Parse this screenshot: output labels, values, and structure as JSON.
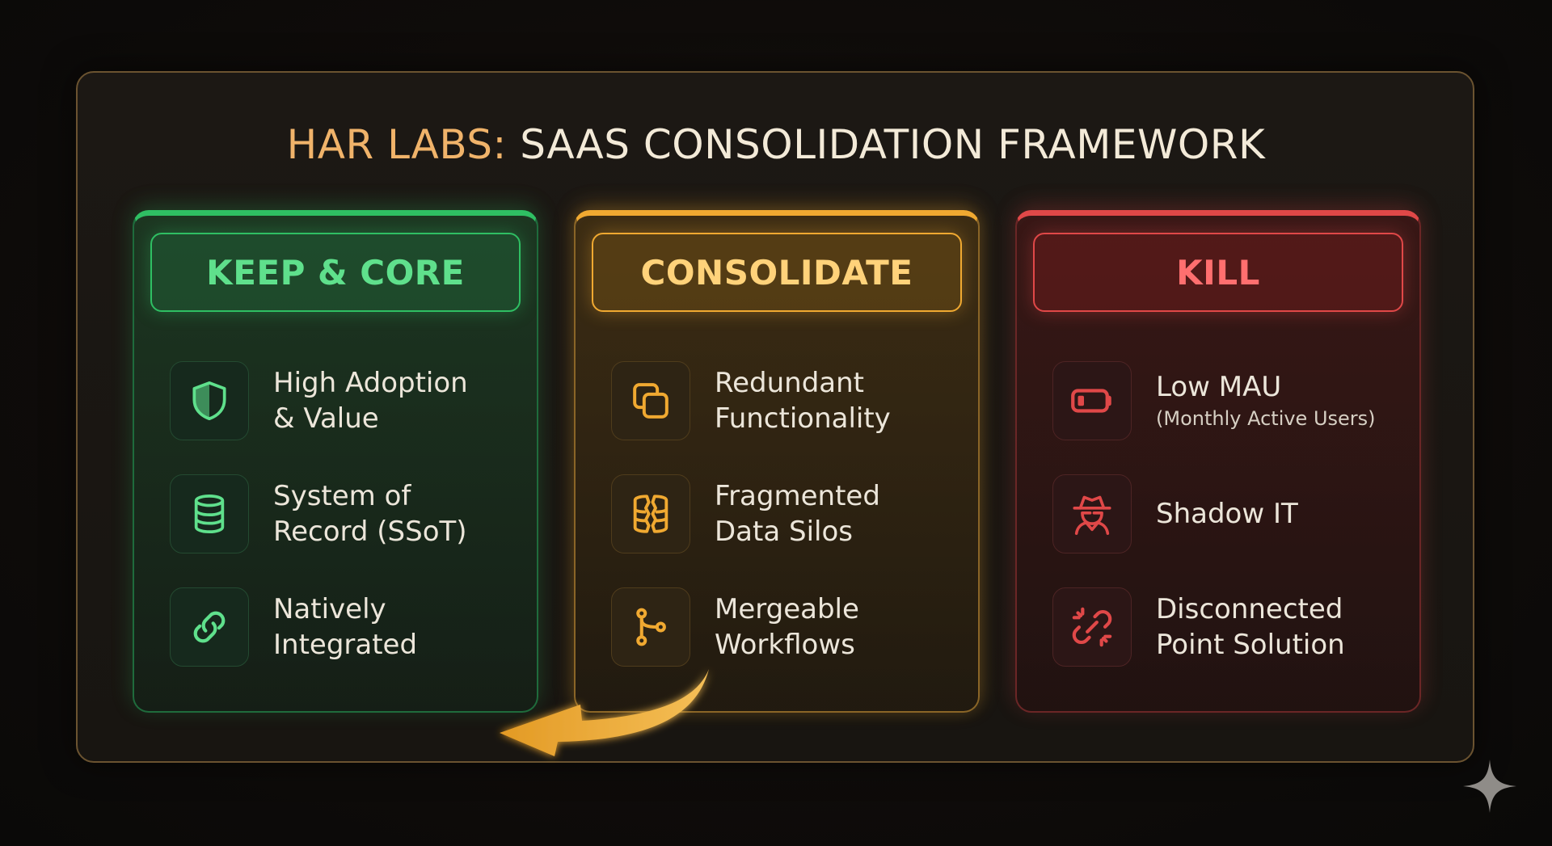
{
  "title": {
    "brand": "HAR LABS:",
    "rest": " SAAS CONSOLIDATION FRAMEWORK"
  },
  "columns": [
    {
      "header": "KEEP & CORE",
      "color": "#2fbf63",
      "items": [
        {
          "icon": "shield-icon",
          "line1": "High Adoption",
          "line2": "& Value"
        },
        {
          "icon": "database-icon",
          "line1": "System of",
          "line2": "Record (SSoT)"
        },
        {
          "icon": "link-icon",
          "line1": "Natively",
          "line2": "Integrated"
        }
      ]
    },
    {
      "header": "CONSOLIDATE",
      "color": "#f0a931",
      "items": [
        {
          "icon": "copy-icon",
          "line1": "Redundant",
          "line2": "Functionality"
        },
        {
          "icon": "fragmented-database-icon",
          "line1": "Fragmented",
          "line2": "Data Silos"
        },
        {
          "icon": "git-merge-icon",
          "line1": "Mergeable",
          "line2": "Workflows"
        }
      ]
    },
    {
      "header": "KILL",
      "color": "#e04848",
      "items": [
        {
          "icon": "low-battery-icon",
          "line1": "Low MAU",
          "line2": "(Monthly Active Users)"
        },
        {
          "icon": "spy-icon",
          "line1": "Shadow IT",
          "line2": ""
        },
        {
          "icon": "broken-link-icon",
          "line1": "Disconnected",
          "line2": "Point Solution"
        }
      ]
    }
  ]
}
